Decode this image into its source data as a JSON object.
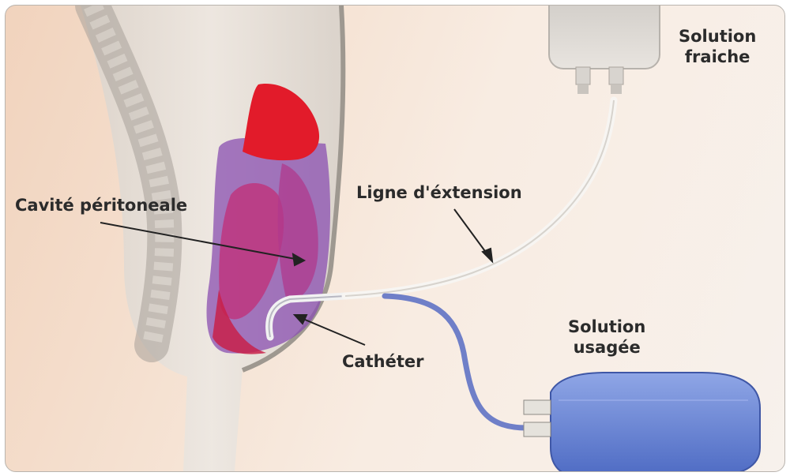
{
  "labels": {
    "fresh_solution_line1": "Solution",
    "fresh_solution_line2": "fraiche",
    "extension_line": "Ligne d'éxtension",
    "peritoneal_cavity": "Cavité péritoneale",
    "used_solution_line1": "Solution",
    "used_solution_line2": "usagée",
    "catheter": "Cathéter"
  },
  "icons": {
    "fresh_bag": "iv-bag-icon",
    "used_bag": "drain-bag-icon"
  },
  "colors": {
    "background": "#f5e1d1",
    "cavity_red": "#e21b2a",
    "cavity_purple": "#8a4fb0",
    "tube_blue": "#6f7fc8",
    "bag_blue": "#5f7fd0",
    "label_text": "#2b2b2b"
  }
}
